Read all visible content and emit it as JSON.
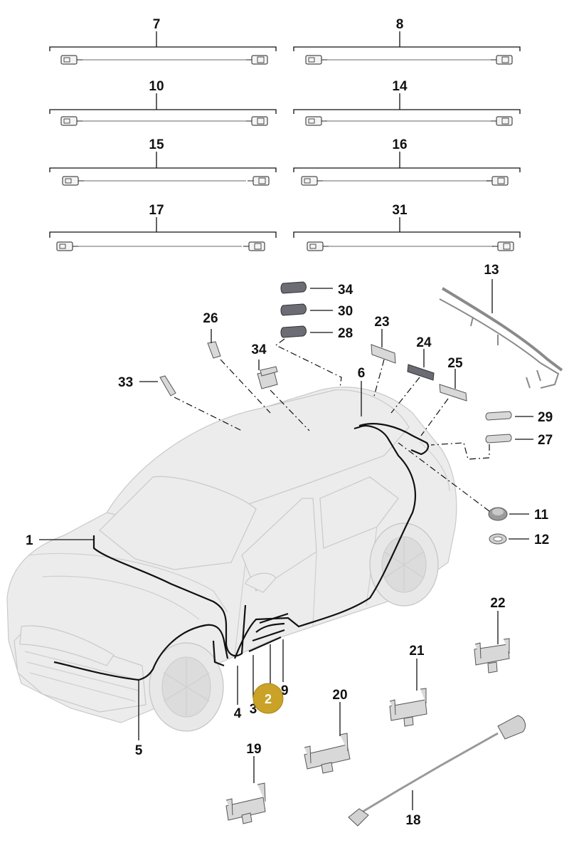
{
  "diagram": {
    "cable_labels": [
      "7",
      "8",
      "10",
      "14",
      "15",
      "16",
      "17",
      "31"
    ],
    "part_labels": {
      "p13": "13",
      "p34a": "34",
      "p30": "30",
      "p28": "28",
      "p26": "26",
      "p34b": "34",
      "p23": "23",
      "p24": "24",
      "p6": "6",
      "p25": "25",
      "p33": "33",
      "p29": "29",
      "p27": "27",
      "p1": "1",
      "p11": "11",
      "p12": "12",
      "p22": "22",
      "p21": "21",
      "p20": "20",
      "p4": "4",
      "p3": "3",
      "p9": "9",
      "p5": "5",
      "p19": "19",
      "p18": "18"
    },
    "highlight_badge": "2"
  }
}
